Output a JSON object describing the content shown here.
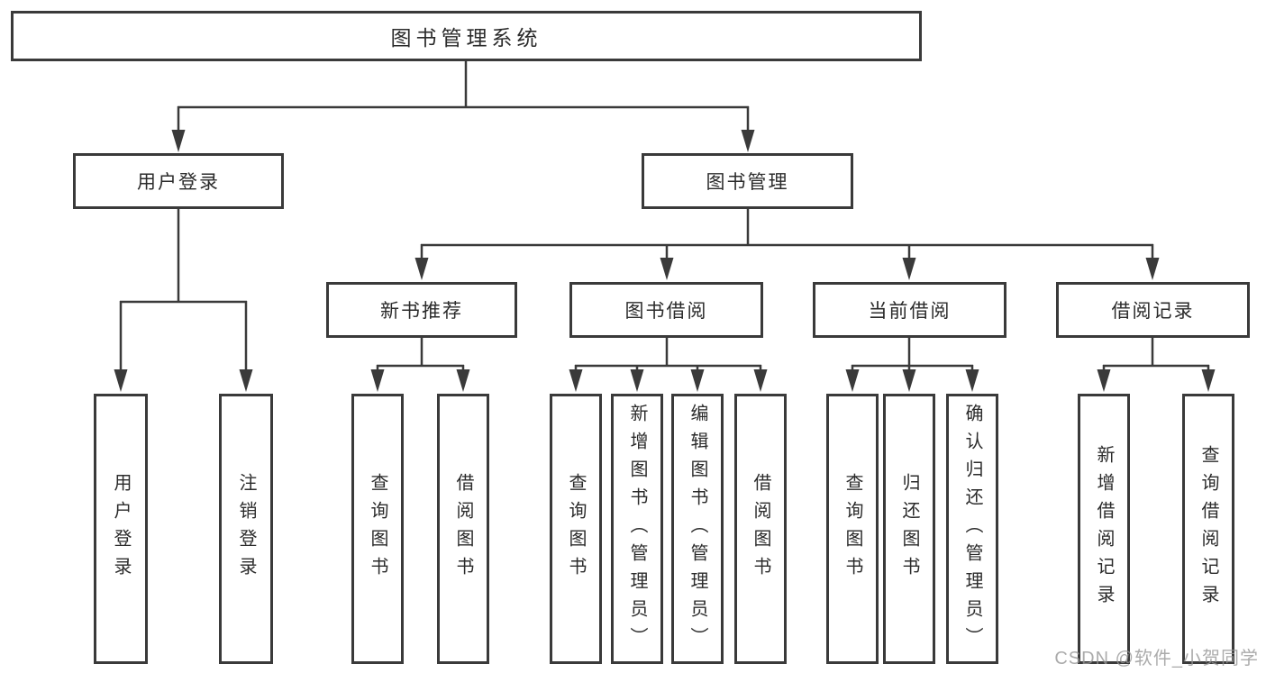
{
  "tree": {
    "root": {
      "label": "图书管理系统",
      "children": [
        {
          "label": "用户登录",
          "children": [
            {
              "label": "用户登录"
            },
            {
              "label": "注销登录"
            }
          ]
        },
        {
          "label": "图书管理",
          "children": [
            {
              "label": "新书推荐",
              "children": [
                {
                  "label": "查询图书"
                },
                {
                  "label": "借阅图书"
                }
              ]
            },
            {
              "label": "图书借阅",
              "children": [
                {
                  "label": "查询图书"
                },
                {
                  "label": "新增图书（管理员）"
                },
                {
                  "label": "编辑图书（管理员）"
                },
                {
                  "label": "借阅图书"
                }
              ]
            },
            {
              "label": "当前借阅",
              "children": [
                {
                  "label": "查询图书"
                },
                {
                  "label": "归还图书"
                },
                {
                  "label": "确认归还（管理员）"
                }
              ]
            },
            {
              "label": "借阅记录",
              "children": [
                {
                  "label": "新增借阅记录"
                },
                {
                  "label": "查询借阅记录"
                }
              ]
            }
          ]
        }
      ]
    }
  },
  "watermark": {
    "text": "CSDN @软件_小贺同学"
  },
  "colors": {
    "line": "#3a3a3a",
    "box_border": "#3a3a3a",
    "box_fill": "#ffffff",
    "text": "#2b2b2b",
    "watermark": "#969696",
    "background": "#ffffff"
  }
}
